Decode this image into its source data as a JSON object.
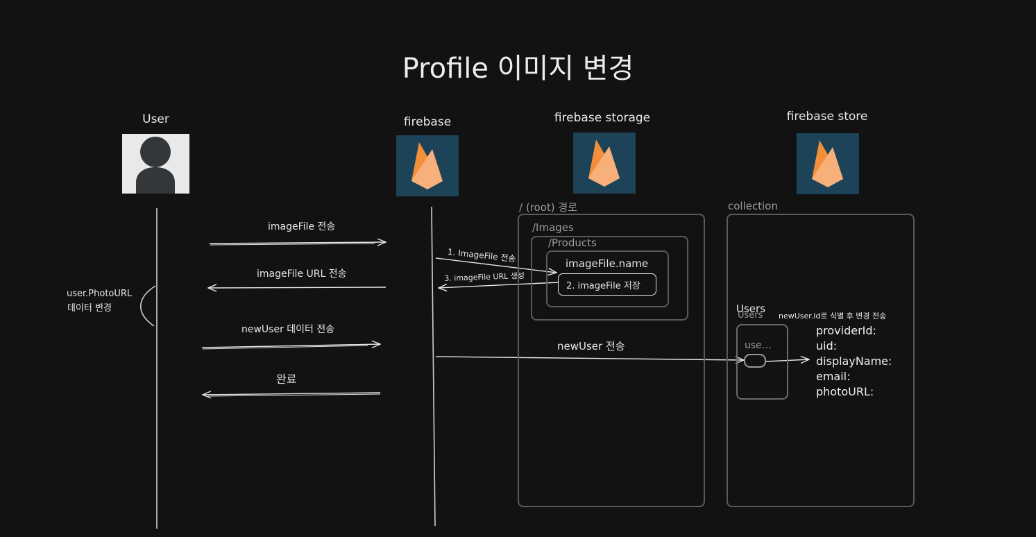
{
  "title": "Profile 이미지 변경",
  "actors": {
    "user": "User",
    "firebase": "firebase",
    "storage": "firebase storage",
    "store": "firebase store"
  },
  "messages": {
    "m1": "imageFile 전송",
    "m2": "imageFile URL 전송",
    "m3": "newUser 데이터 전송",
    "m4": "완료",
    "s1": "1. ImageFile 전송",
    "s2": "2. imageFile 저장",
    "s3": "3. imageFile URL 생성",
    "store_send": "newUser 전송"
  },
  "user_note": {
    "line1": "user.PhotoURL",
    "line2": "데이터 변경"
  },
  "storage": {
    "root_label": "/ (root) 경로",
    "images_label": "/Images",
    "products_label": "/Products",
    "file_label": "imageFile.name"
  },
  "store": {
    "collection_label": "collection",
    "users_label_gray": "Users",
    "users_label_hand": "Users",
    "doc_label": "use…",
    "note": "newUser.id로 식별 후 변경 전송",
    "fields": [
      "providerId:",
      "uid:",
      "displayName:",
      "email:",
      "photoURL:"
    ]
  },
  "colors": {
    "background": "#121212",
    "firebase_tile": "#1c4357",
    "flame_orange": "#f28f3b",
    "flame_light": "#f7b07a",
    "stroke": "#e6e6e6",
    "box_border": "#5a5a5a"
  }
}
